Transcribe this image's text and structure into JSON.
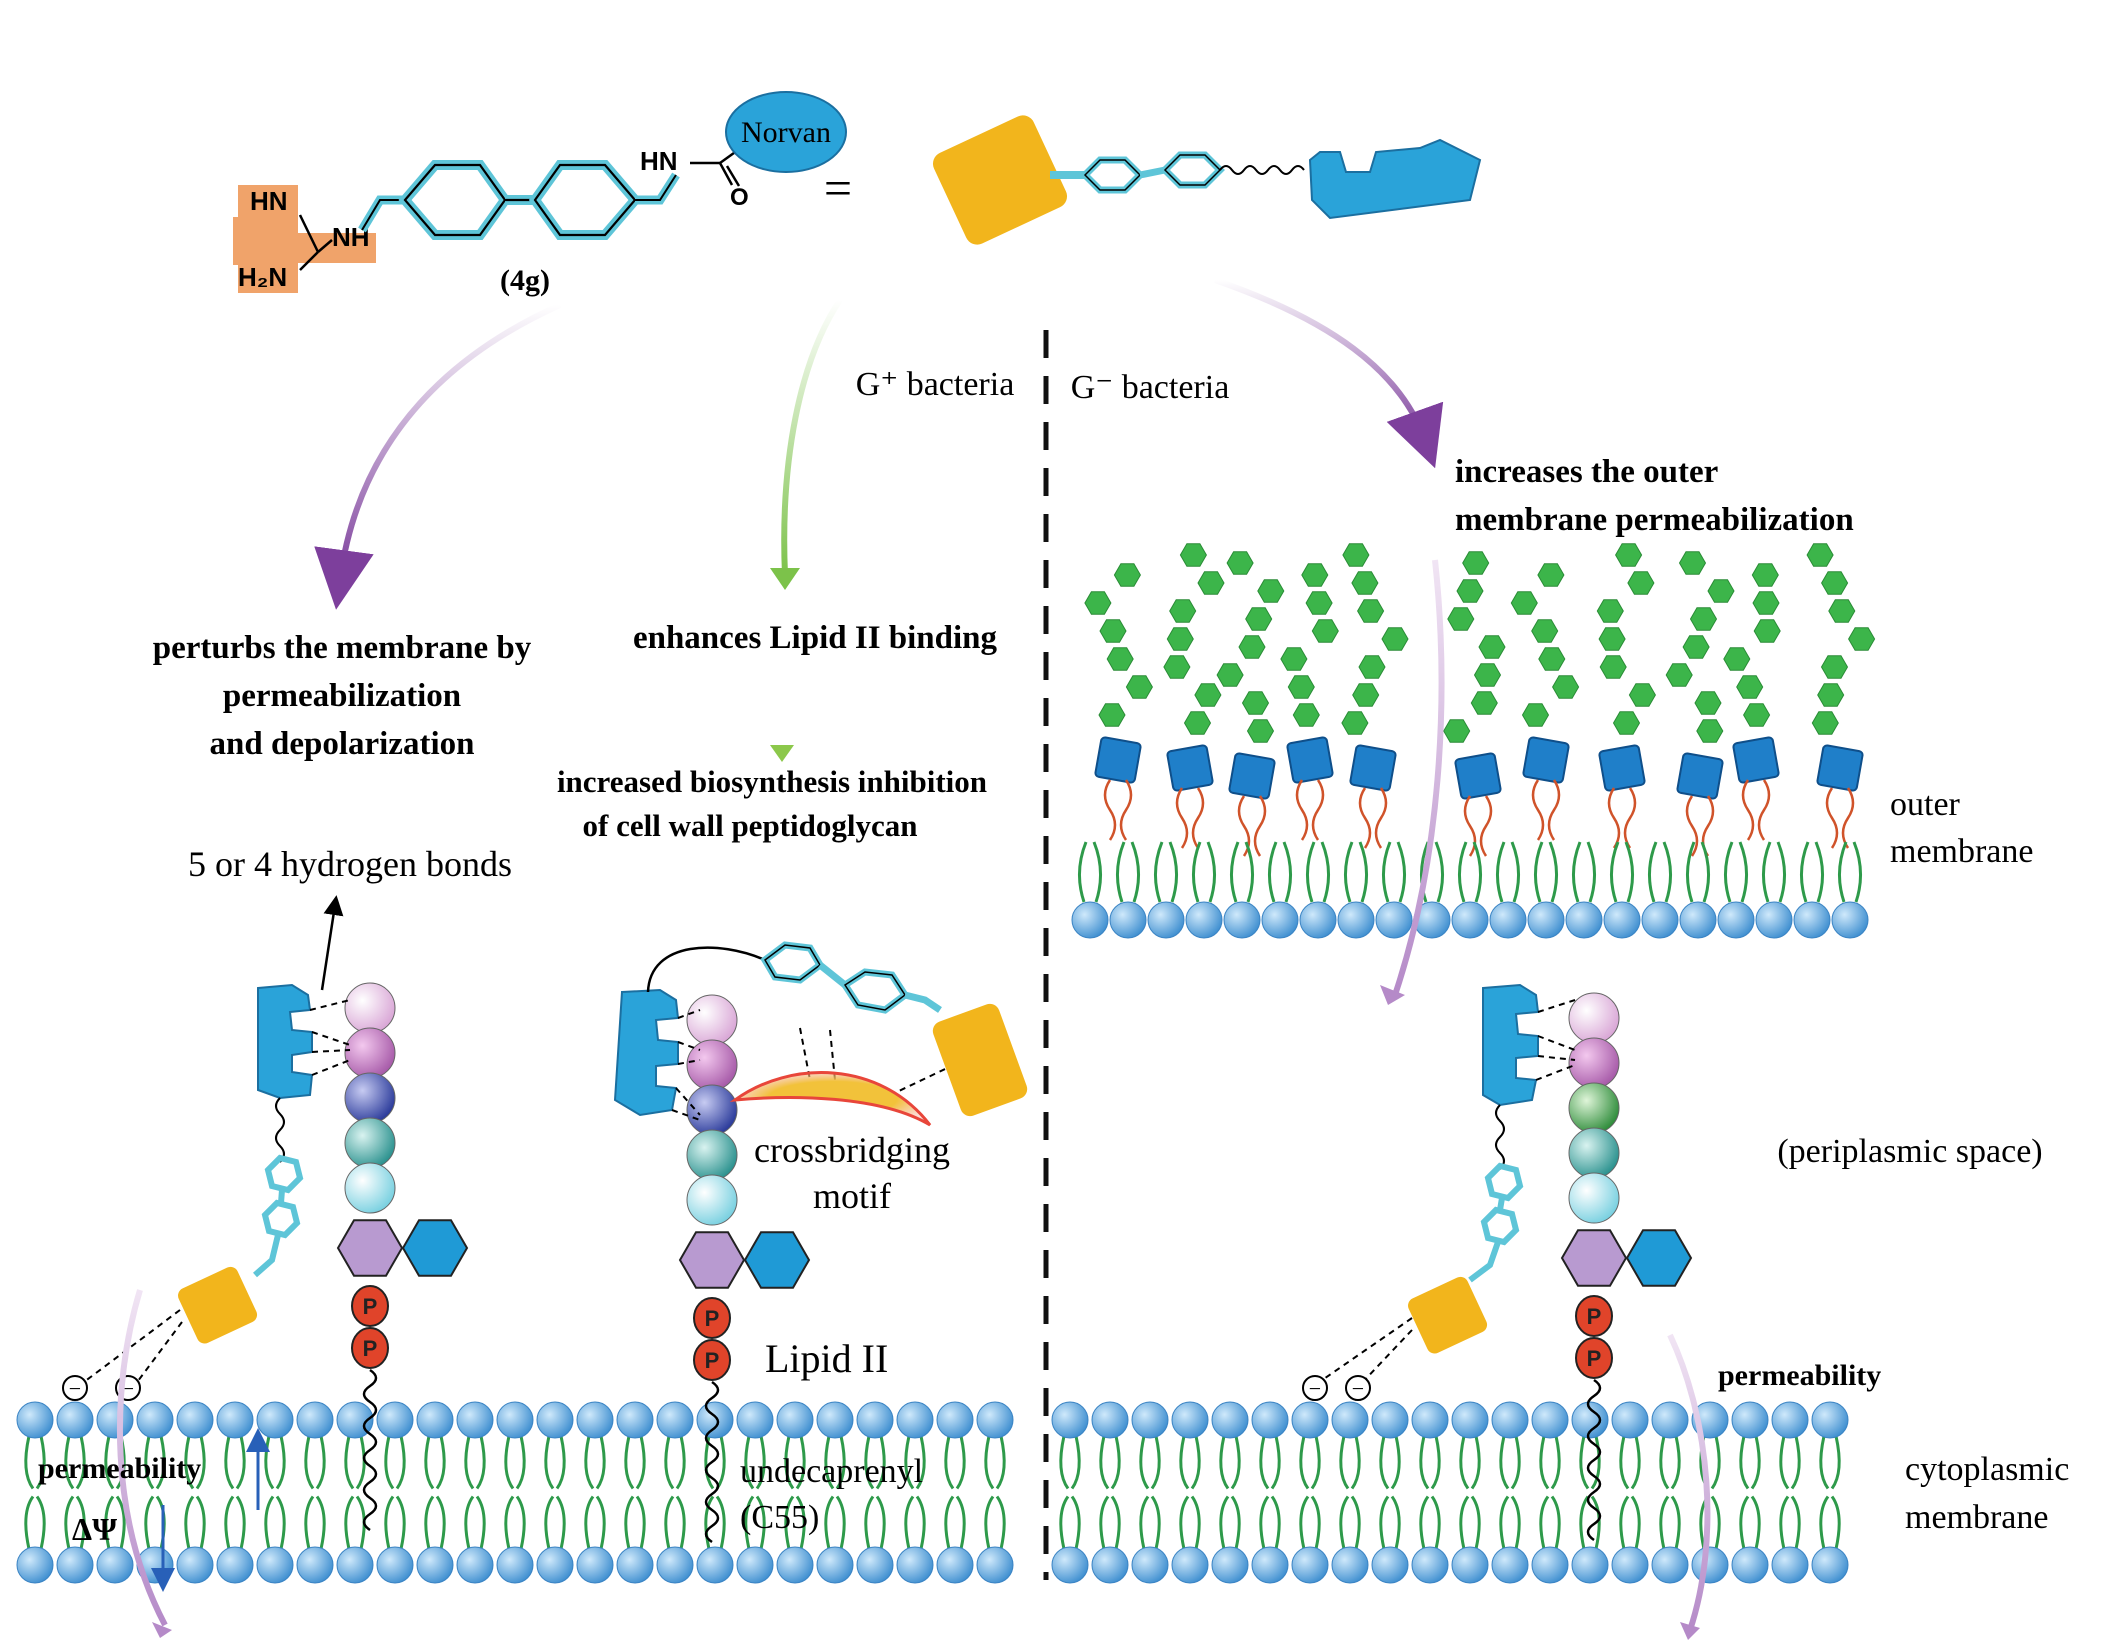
{
  "colors": {
    "teal_ring": "#5ec5d8",
    "norvan_blue": "#2aa3d9",
    "guanidine_orange": "#f0a36a",
    "guanidine_yellow": "#f2b51c",
    "purple_arrow": "#8b4ca8",
    "green_arrow": "#8cc84b",
    "membrane_bead": "#6fb3e3",
    "lipid_tail": "#2e9a4a",
    "lps_green": "#3cb54a",
    "phosphate_red": "#e0442a",
    "hexose_purple": "#b89ad0",
    "hexose_blue": "#1f9ad6"
  },
  "molecule": {
    "norvan_label": "Norvan",
    "compound_label": "(4g)",
    "equals": "=",
    "hn_label": "HN",
    "nh_label": "NH",
    "h2n_label": "H₂N",
    "amide_hn": "HN",
    "carbonyl_o": "O"
  },
  "regions": {
    "gplus": "G⁺ bacteria",
    "gminus": "G⁻ bacteria"
  },
  "mechanisms": {
    "perturb_line1": "perturbs the membrane by",
    "perturb_line2": "permeabilization",
    "perturb_line3": "and depolarization",
    "lipid_binding": "enhances Lipid II binding",
    "inhibition_line1": "increased biosynthesis inhibition",
    "inhibition_line2": "of cell wall peptidoglycan",
    "outer_line1": "increases the outer",
    "outer_line2": "membrane permeabilization"
  },
  "labels": {
    "hydrogen_bonds": "5 or 4 hydrogen bonds",
    "crossbridging_line1": "crossbridging",
    "crossbridging_line2": "motif",
    "lipid_ii": "Lipid II",
    "undecaprenyl_line1": "undecaprenyl",
    "undecaprenyl_line2": "(C55)",
    "permeability": "permeability",
    "delta_psi": "ΔΨ",
    "outer_membrane_line1": "outer",
    "outer_membrane_line2": "membrane",
    "periplasmic": "(periplasmic space)",
    "cytoplasmic_line1": "cytoplasmic",
    "cytoplasmic_line2": "membrane",
    "phosphate": "P",
    "minus": "−"
  }
}
